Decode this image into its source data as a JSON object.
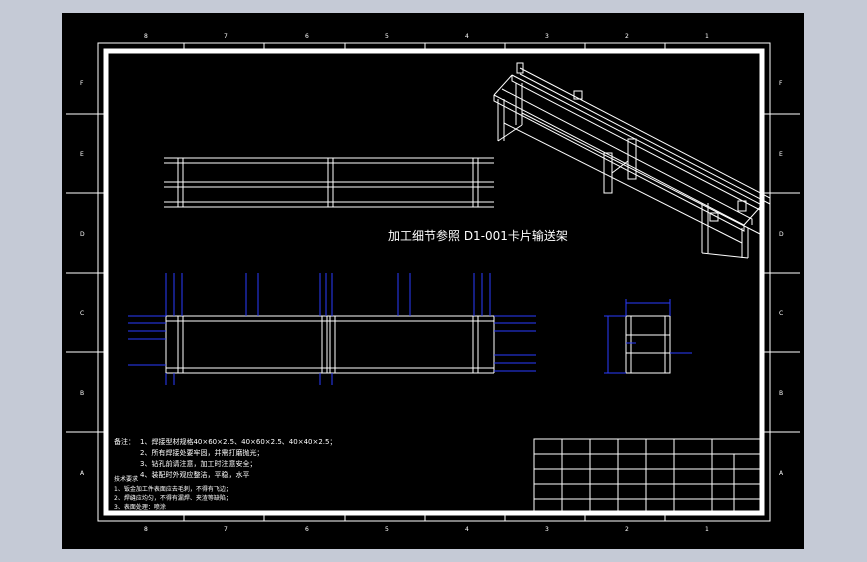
{
  "drawing": {
    "caption": "加工细节参照    D1-001卡片输送架",
    "zone_letters": [
      "F",
      "E",
      "D",
      "C",
      "B",
      "A"
    ],
    "zone_numbers": [
      "8",
      "7",
      "6",
      "5",
      "4",
      "3",
      "2",
      "1"
    ],
    "notes": {
      "heading": "备注：",
      "lines": [
        "1、焊接型材规格40×60×2.5、40×60×2.5、40×40×2.5；",
        "2、所有焊接处要牢固，并需打磨抛光；",
        "3、钻孔前请注意，加工时注意安全；",
        "4、装配时外观应整洁，平稳，水平"
      ]
    },
    "tech_requirements": {
      "heading": "技术要求",
      "lines": [
        "1、钣金加工件表面应去毛刺，不得有飞边；",
        "2、焊缝应均匀，不得有漏焊、夹渣等缺陷；",
        "3、表面处理：喷涂"
      ]
    },
    "title_block": {
      "rows": [
        [
          "",
          "",
          "",
          "",
          "",
          "",
          "",
          ""
        ],
        [
          "",
          "",
          "",
          "",
          "",
          "",
          "",
          ""
        ],
        [
          "",
          "",
          "",
          "",
          "",
          "",
          "",
          ""
        ],
        [
          "",
          "",
          "",
          "",
          "",
          "",
          "",
          ""
        ],
        [
          "",
          "",
          "",
          "",
          "",
          "",
          "",
          ""
        ]
      ]
    },
    "colors": {
      "background": "#000000",
      "lines": "#ffffff",
      "dimensions": "#2a3cff",
      "window": "#c5cad6"
    }
  }
}
